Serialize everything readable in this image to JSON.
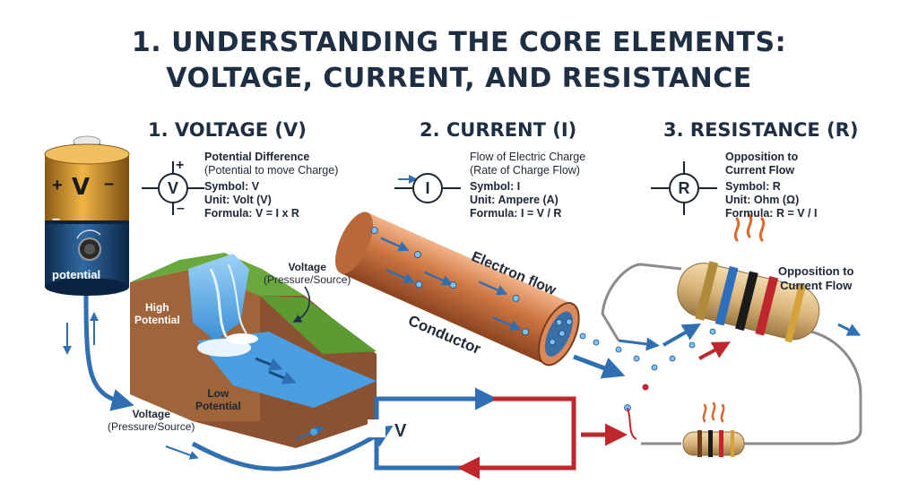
{
  "title": {
    "line1": "1. UNDERSTANDING THE CORE ELEMENTS:",
    "line2": "VOLTAGE, CURRENT, AND RESISTANCE"
  },
  "voltage": {
    "heading": "1. VOLTAGE (V)",
    "symbol_letter": "V",
    "plus": "+",
    "minus": "–",
    "name": "Potential Difference",
    "desc": "(Potential to move Charge)",
    "symbol": "Symbol: V",
    "unit": "Unit: Volt (V)",
    "formula": "Formula: V = I x R"
  },
  "current": {
    "heading": "2. CURRENT (I)",
    "symbol_letter": "I",
    "name": "Flow of Electric Charge",
    "desc": "(Rate of Charge Flow)",
    "symbol": "Symbol: I",
    "unit": "Unit: Ampere (A)",
    "formula": "Formula: I = V / R"
  },
  "resistance": {
    "heading": "3. RESISTANCE (R)",
    "symbol_letter": "R",
    "name_line1": "Opposition to",
    "name_line2": "Current Flow",
    "symbol": "Symbol: R",
    "unit": "Unit: Ohm (Ω)",
    "formula": "Formula: R = V / I"
  },
  "battery": {
    "plus": "+",
    "letter": "V",
    "minus": "–",
    "side_minus": "–",
    "label": "potential"
  },
  "waterfall": {
    "voltage_label": "Voltage",
    "voltage_sub": "(Pressure/Source)",
    "high_line1": "High",
    "high_line2": "Potential",
    "low_line1": "Low",
    "low_line2": "Potential"
  },
  "bottom_left": {
    "voltage_label": "Voltage",
    "voltage_sub": "(Pressure/Source)"
  },
  "conductor": {
    "electron_flow": "Electron flow",
    "label": "Conductor"
  },
  "resistor": {
    "label_line1": "Opposition to",
    "label_line2": "Current Flow"
  },
  "circuit": {
    "v_label": "V"
  },
  "colors": {
    "navy": "#1e2f44",
    "blue_arrow": "#2f6fb2",
    "red_arrow": "#c0272d",
    "copper": "#c9713f",
    "battery_gold": "#d9902b",
    "battery_blue": "#1d4a7a",
    "water": "#58a9e6",
    "grass": "#69a83c",
    "earth": "#a0643a"
  }
}
